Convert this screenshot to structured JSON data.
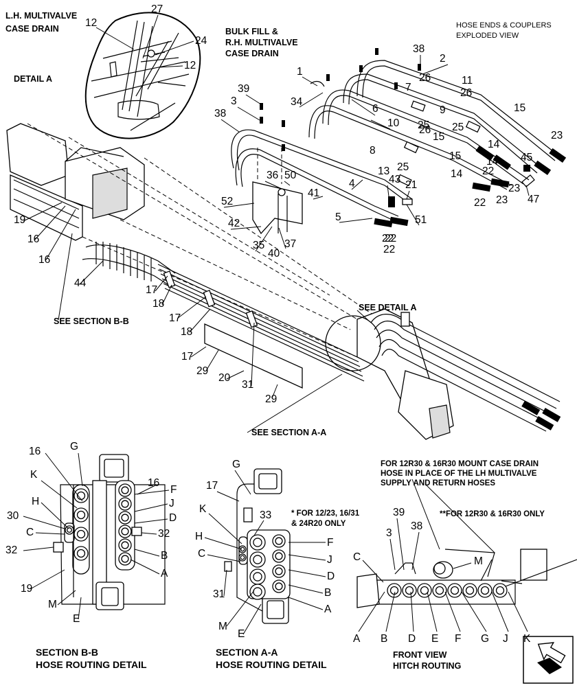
{
  "captions": {
    "lh_multivalve": [
      "L.H. MULTIVALVE",
      "CASE DRAIN"
    ],
    "bulk_fill": [
      "BULK FILL &",
      "R.H. MULTIVALVE",
      "CASE DRAIN"
    ],
    "hose_ends": [
      "HOSE ENDS & COUPLERS",
      "EXPLODED VIEW"
    ],
    "detail_a": "DETAIL A",
    "see_section_bb": "SEE SECTION B-B",
    "see_detail_a": "SEE DETAIL A",
    "see_section_aa": "SEE SECTION A-A",
    "note_12_23": [
      "* FOR 12/23, 16/31",
      "& 24R20 ONLY"
    ],
    "note_12r30": "**FOR 12R30 & 16R30 ONLY",
    "mount_note": [
      "FOR 12R30 & 16R30 MOUNT CASE DRAIN",
      "HOSE IN PLACE OF THE LH MULTIVALVE",
      "SUPPLY AND RETURN HOSES"
    ],
    "section_bb": [
      "SECTION B-B",
      "HOSE ROUTING DETAIL"
    ],
    "section_aa": [
      "SECTION A-A",
      "HOSE ROUTING DETAIL"
    ],
    "front_view": [
      "FRONT VIEW",
      "HITCH ROUTING"
    ]
  },
  "detail_callouts": [
    "12",
    "27",
    "24",
    "12"
  ],
  "exploded_callouts": [
    "38",
    "2",
    "1",
    "39",
    "34",
    "7",
    "26",
    "11",
    "3",
    "6",
    "9",
    "26",
    "15",
    "38",
    "25",
    "25",
    "10",
    "26",
    "8",
    "15",
    "14",
    "23",
    "25",
    "14",
    "45",
    "36",
    "50",
    "13",
    "41",
    "43",
    "21",
    "22",
    "23",
    "4",
    "15",
    "14",
    "22",
    "47",
    "52",
    "23",
    "42",
    "5",
    "51",
    "22",
    "35",
    "37",
    "40",
    "22",
    "22"
  ],
  "main_callouts": [
    "19",
    "16",
    "16",
    "44",
    "17",
    "18",
    "17",
    "18",
    "17",
    "29",
    "20",
    "31",
    "29"
  ],
  "section_bb_labels": [
    "16",
    "G",
    "16",
    "F",
    "K",
    "J",
    "H",
    "D",
    "30",
    "C",
    "32",
    "32",
    "B",
    "A",
    "19",
    "M",
    "E"
  ],
  "section_aa_labels": [
    "G",
    "17",
    "33",
    "K",
    "H",
    "F",
    "C",
    "J",
    "D",
    "31",
    "B",
    "M",
    "A",
    "E"
  ],
  "front_view_labels": [
    "39",
    "3",
    "38",
    "C",
    "M",
    "A",
    "B",
    "D",
    "E",
    "F",
    "G",
    "J",
    "K"
  ]
}
